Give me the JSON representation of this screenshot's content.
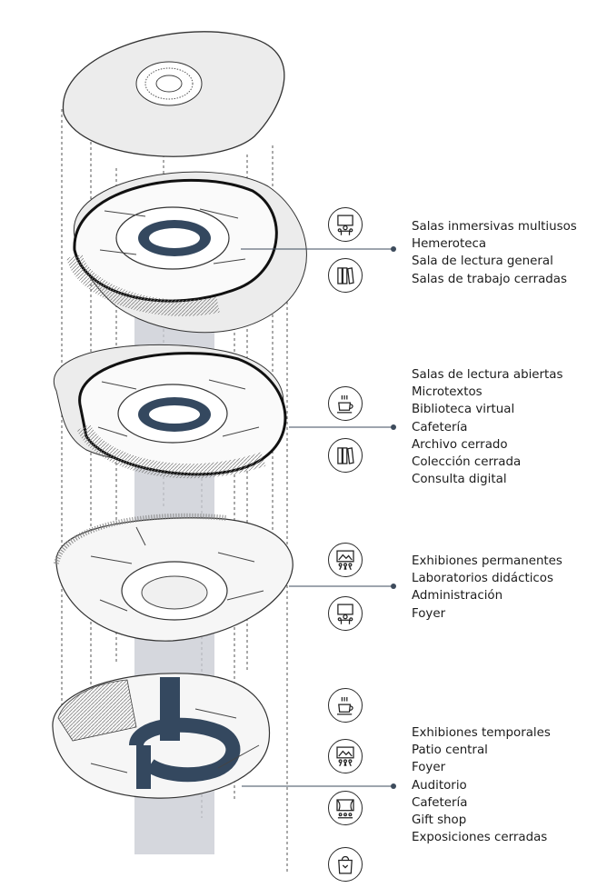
{
  "legend": {
    "level4": [
      "Salas inmersivas multiusos",
      "Hemeroteca",
      "Sala de lectura general",
      "Salas de trabajo cerradas"
    ],
    "level3": [
      "Salas de lectura abiertas",
      "Microtextos",
      "Biblioteca virtual",
      "Cafetería",
      "Archivo cerrado",
      "Colección cerrada",
      "Consulta digital"
    ],
    "level2": [
      "Exhibiones permanentes",
      "Laboratorios didácticos",
      "Administración",
      "Foyer"
    ],
    "level1": [
      "Exhibiones temporales",
      "Patio central",
      "Foyer",
      "Auditorio",
      "Cafetería",
      "Gift shop",
      "Exposiciones cerradas"
    ]
  },
  "icons": {
    "level4": [
      "presenter-icon",
      "books-icon"
    ],
    "level3": [
      "coffee-cup-icon",
      "books-icon"
    ],
    "level2": [
      "gallery-icon",
      "presenter-icon"
    ],
    "level1": [
      "coffee-cup-icon",
      "gallery-icon",
      "theater-icon",
      "shopping-bag-icon"
    ]
  },
  "colors": {
    "core_shaft": "#c9ccd3",
    "core_ring": "#34485f",
    "line": "#333333",
    "floor_fill": "#eeeeee"
  }
}
